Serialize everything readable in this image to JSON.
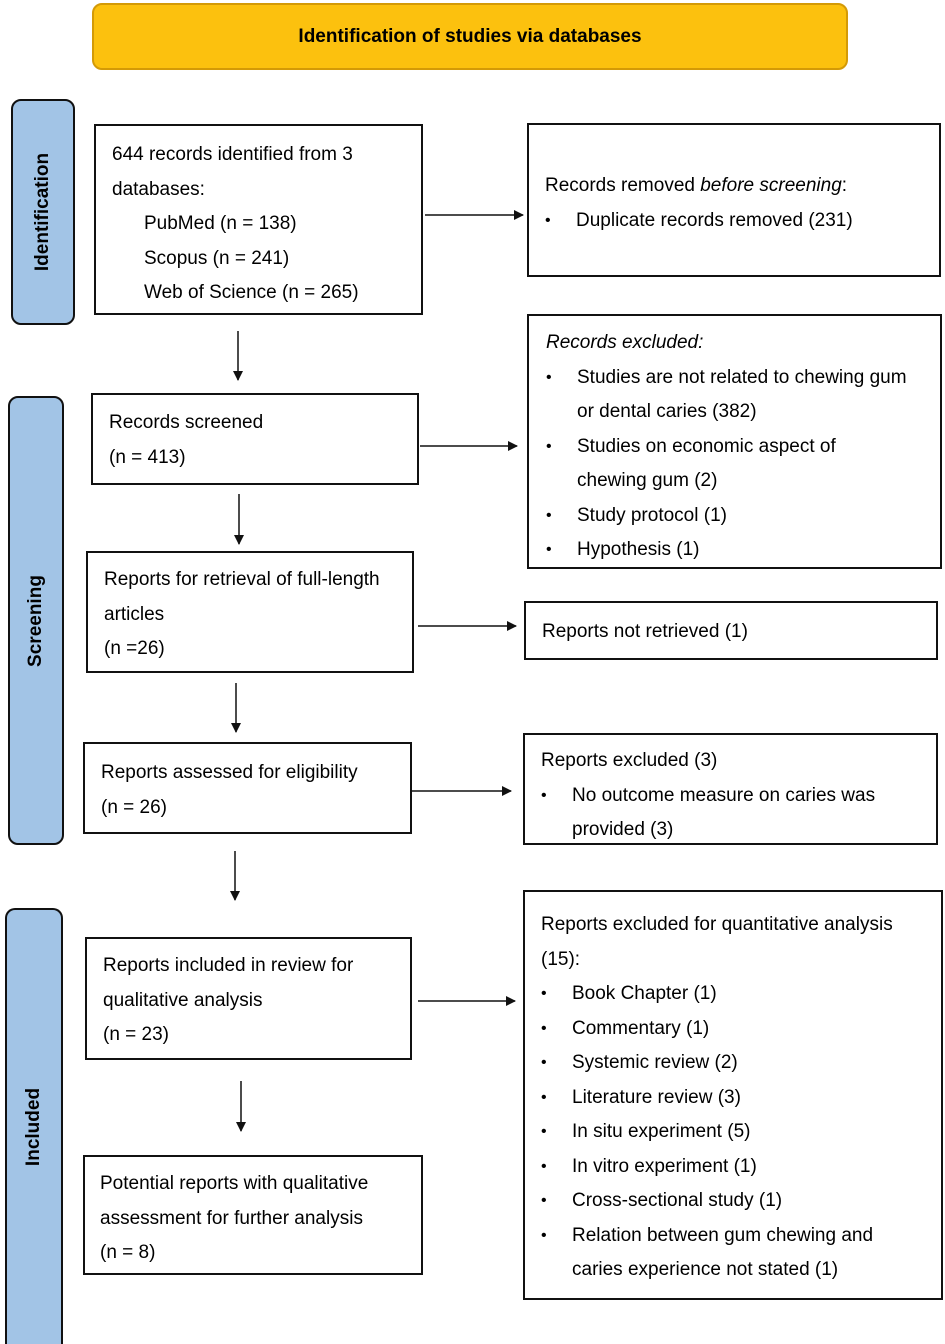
{
  "header": {
    "title": "Identification of studies via databases"
  },
  "phases": {
    "identification": "Identification",
    "screening": "Screening",
    "included": "Included"
  },
  "boxes": {
    "identified": {
      "line1": "644 records identified from 3",
      "line2": "databases:",
      "pubmed": "PubMed (n = 138)",
      "scopus": "Scopus (n = 241)",
      "wos": "Web of Science (n = 265)"
    },
    "removed": {
      "title_a": "Records removed ",
      "title_b": "before screening",
      "title_c": ":",
      "items": [
        "Duplicate records removed (231)"
      ]
    },
    "screened": {
      "line1": "Records screened",
      "line2": "(n = 413)"
    },
    "excluded": {
      "title": "Records excluded:",
      "item1_a": "Studies are not related to chewing gum",
      "item1_b": "or dental caries (382)",
      "item2_a": "Studies on economic aspect of",
      "item2_b": "chewing gum (2)",
      "item3": "Study protocol (1)",
      "item4": "Hypothesis (1)"
    },
    "retrieval": {
      "line1": "Reports for retrieval of full-length",
      "line2": "articles",
      "line3": "(n =26)"
    },
    "not_retrieved": {
      "line1": "Reports not retrieved (1)"
    },
    "assessed": {
      "line1": "Reports assessed for eligibility",
      "line2": "(n = 26)"
    },
    "reports_excluded": {
      "title": "Reports excluded (3)",
      "item1_a": "No outcome measure on caries was",
      "item1_b": "provided (3)"
    },
    "included_review": {
      "line1": "Reports included in review for",
      "line2": "qualitative analysis",
      "line3": "(n = 23)"
    },
    "quant_excluded": {
      "title1": "Reports excluded for quantitative analysis",
      "title2": "(15):",
      "items": [
        "Book Chapter (1)",
        "Commentary (1)",
        "Systemic review (2)",
        "Literature review (3)",
        "In situ experiment (5)",
        "In vitro experiment (1)",
        "Cross-sectional study (1)",
        "Relation between gum chewing and"
      ],
      "last_cont": "caries experience not stated (1)"
    },
    "potential": {
      "line1": "Potential reports with qualitative",
      "line2": "assessment for further analysis",
      "line3": "(n = 8)"
    }
  }
}
